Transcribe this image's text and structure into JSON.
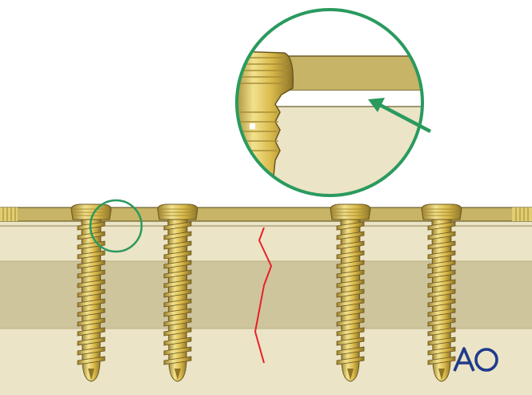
{
  "diagram": {
    "screws": [
      "screw-1",
      "screw-2",
      "screw-3",
      "screw-4"
    ],
    "layers": [
      "plate",
      "near-cortex",
      "medullary-canal",
      "far-cortex"
    ],
    "detail": {
      "highlight_color": "#2a9a5e",
      "fracture_color": "#e8202a"
    }
  },
  "colors": {
    "plate": "#c8b466",
    "plate_edge": "#6a5d2a",
    "cortex": "#ece4c6",
    "medulla": "#cfc59c",
    "screw_light": "#f2e28e",
    "screw_mid": "#d9b94a",
    "screw_dark": "#8d7426",
    "highlight": "#2a9a5e",
    "fracture": "#e8202a",
    "logo": "#1e3b8c"
  },
  "logo": {
    "text": "AO"
  }
}
